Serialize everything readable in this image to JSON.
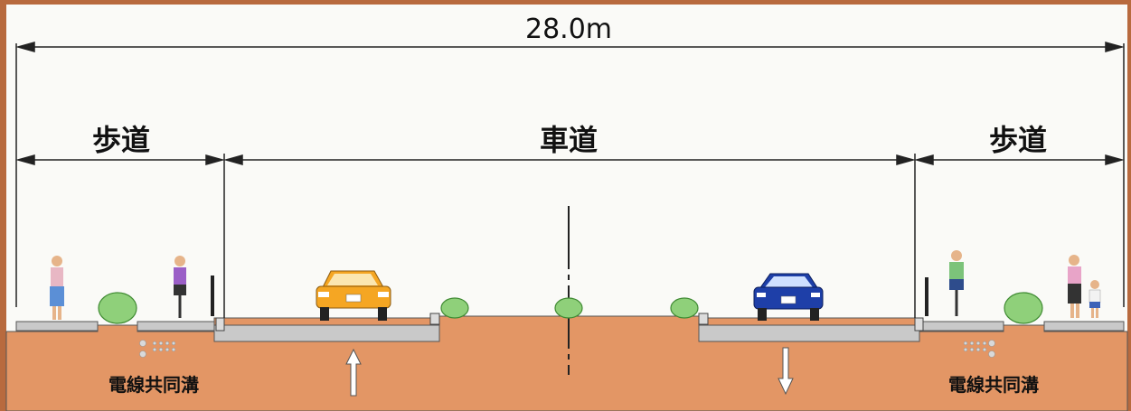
{
  "total_width": {
    "label": "28.0m"
  },
  "sections": {
    "left_sidewalk": {
      "label": "歩道"
    },
    "carriageway": {
      "label": "車道"
    },
    "right_sidewalk": {
      "label": "歩道"
    }
  },
  "utility_trench": {
    "left_label": "電線共同溝",
    "right_label": "電線共同溝"
  },
  "traffic_direction": {
    "left_lane": "up-arrow-icon",
    "right_lane": "down-arrow-icon"
  },
  "colors": {
    "sky": "#fafaf7",
    "ground": "#e39665",
    "frame": "#b86a3e",
    "pavement": "#c9c9c9",
    "car_left": "#f5a623",
    "car_right": "#1e3fa8",
    "shrub": "#8fd07a",
    "dimension_line": "#222222"
  }
}
